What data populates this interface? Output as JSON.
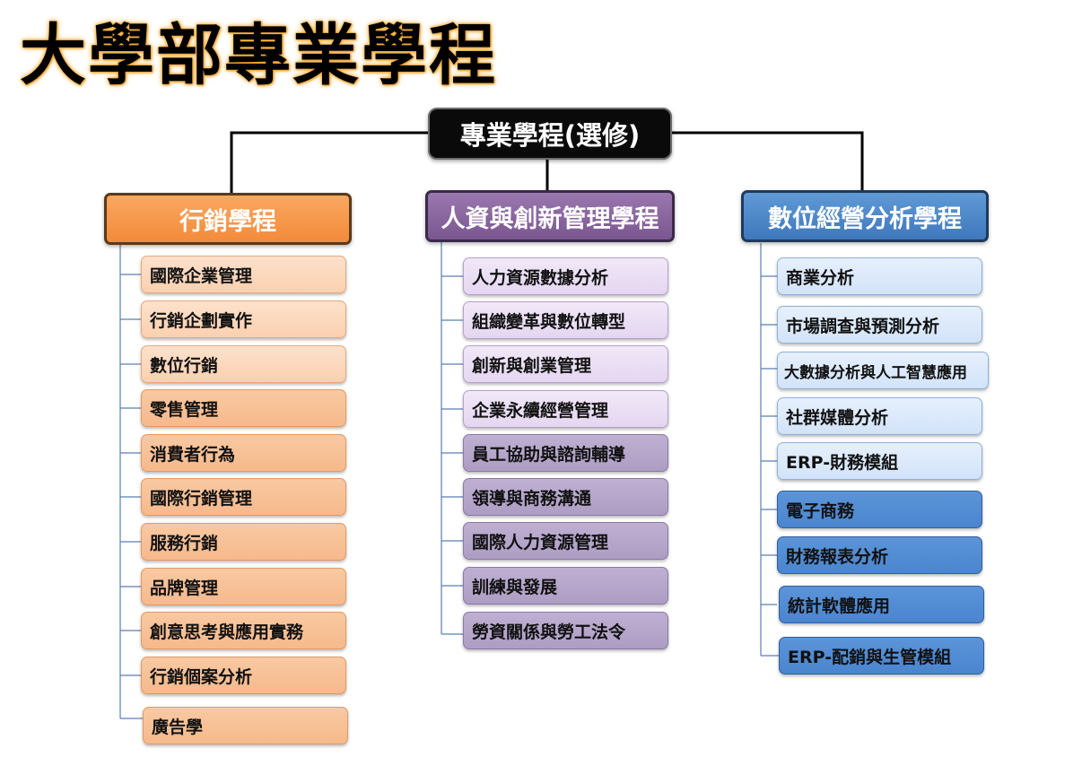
{
  "title": "大學部專業學程",
  "root": "專業學程(選修)",
  "columns": [
    {
      "header": "行銷學程",
      "items": [
        "國際企業管理",
        "行銷企劃實作",
        "數位行銷",
        "零售管理",
        "消費者行為",
        "國際行銷管理",
        "服務行銷",
        "品牌管理",
        "創意思考與應用實務",
        "行銷個案分析",
        "廣告學"
      ]
    },
    {
      "header": "人資與創新管理學程",
      "items": [
        "人力資源數據分析",
        "組織變革與數位轉型",
        "創新與創業管理",
        "企業永續經營管理",
        "員工協助與諮詢輔導",
        "領導與商務溝通",
        "國際人力資源管理",
        "訓練與發展",
        "勞資關係與勞工法令"
      ]
    },
    {
      "header": "數位經營分析學程",
      "items": [
        "商業分析",
        "市場調查與預測分析",
        "大數據分析與人工智慧應用",
        "社群媒體分析",
        "ERP-財務模組",
        "電子商務",
        "財務報表分析",
        "統計軟體應用",
        "ERP-配銷與生管模組"
      ]
    }
  ]
}
